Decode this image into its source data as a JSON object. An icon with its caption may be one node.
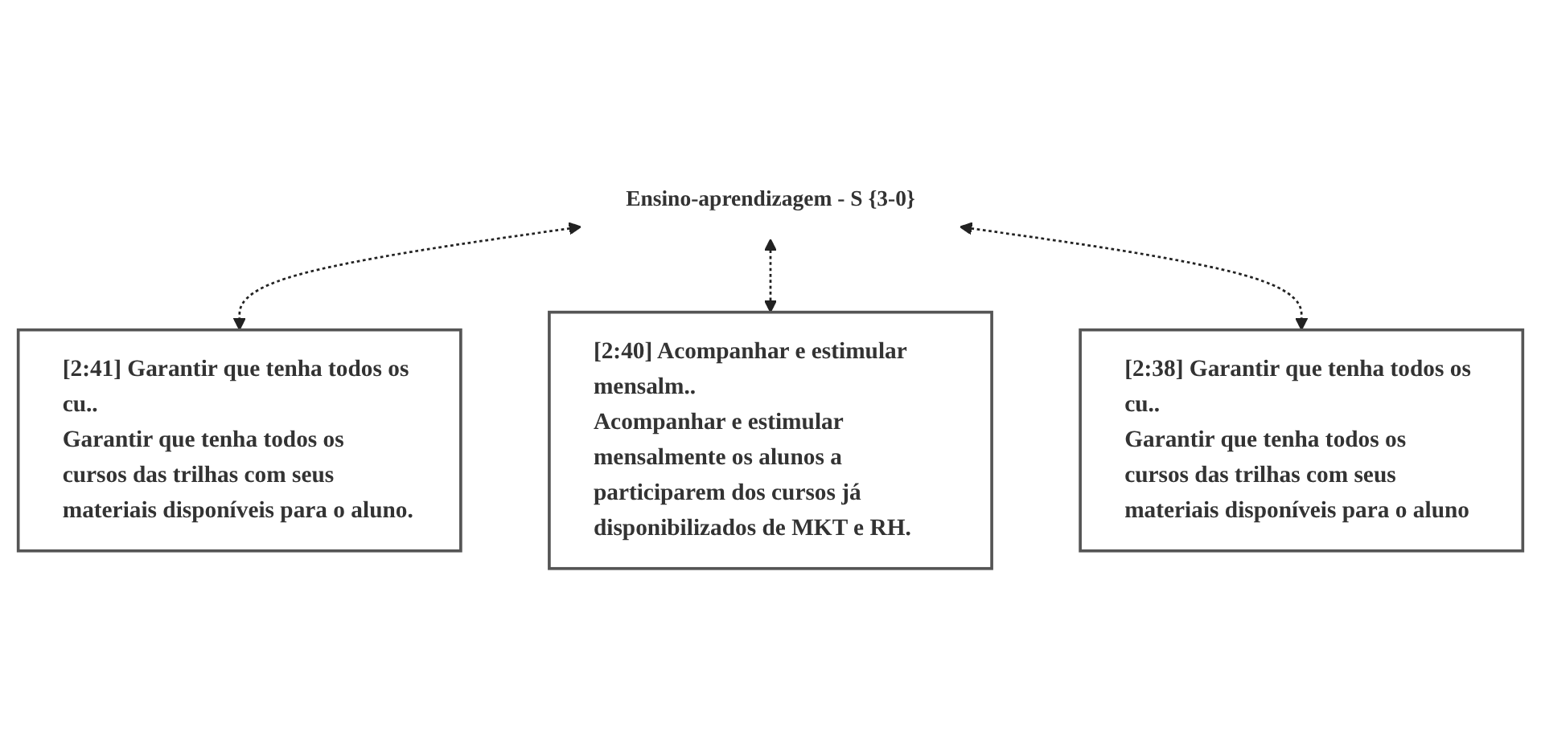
{
  "diagram": {
    "nodes": [
      {
        "text": [
          "Ensino-aprendizagem - S {3-0}"
        ]
      },
      {
        "text": [
          "[2:41] Garantir que tenha todos os cu..",
          "Garantir que tenha todos os cursos das trilhas com seus materiais disponíveis para o aluno."
        ]
      },
      {
        "text": [
          "[2:38] Garantir que tenha todos os cu..",
          "Garantir que tenha todos os cursos das trilhas com seus materiais disponíveis para o aluno"
        ]
      },
      {
        "text": [
          "[2:40] Acompanhar e estimular mensalm..",
          "Acompanhar e estimular mensalmente os alunos a participarem dos cursos já disponibilizados de MKT e RH."
        ]
      }
    ],
    "edges": [
      {
        "from": 0,
        "to": 1,
        "arrow": "both",
        "style": "dashed"
      },
      {
        "from": 0,
        "to": 3,
        "arrow": "both",
        "style": "dashed"
      },
      {
        "from": 0,
        "to": 2,
        "arrow": "both",
        "style": "dashed"
      }
    ]
  }
}
